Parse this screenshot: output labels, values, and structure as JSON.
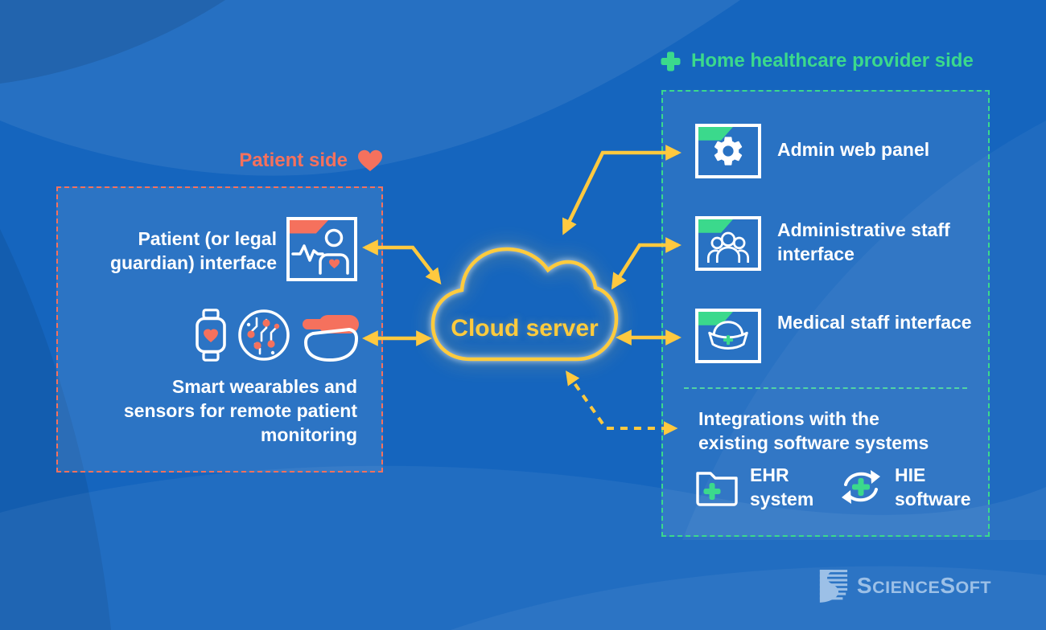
{
  "palette": {
    "background_blue": "#1565BE",
    "accent_coral": "#F5715D",
    "accent_green": "#3BD98C",
    "accent_yellow": "#FFC93F",
    "text_white": "#FFFFFF",
    "logo_blue": "#9CC0E7"
  },
  "patient_side": {
    "title": "Patient side",
    "title_icon": "heart-icon",
    "items": [
      {
        "label": "Patient (or legal guardian) interface",
        "icon": "patient-monitor-icon"
      },
      {
        "label": "Smart wearables and sensors for remote patient monitoring",
        "icons": [
          "smartwatch-icon",
          "circuit-sensor-icon",
          "wearable-sensor-icon"
        ]
      }
    ]
  },
  "cloud": {
    "label": "Cloud server"
  },
  "provider_side": {
    "title": "Home healthcare provider side",
    "title_icon": "plus-icon",
    "items": [
      {
        "label": "Admin web panel",
        "icon": "gear-icon"
      },
      {
        "label": "Administrative staff interface",
        "icon": "staff-group-icon"
      },
      {
        "label": "Medical staff interface",
        "icon": "nurse-cap-icon"
      }
    ],
    "integrations": {
      "title": "Integrations with the existing software systems",
      "systems": [
        {
          "label": "EHR system",
          "icon": "folder-plus-icon"
        },
        {
          "label": "HIE software",
          "icon": "sync-plus-icon"
        }
      ]
    }
  },
  "branding": {
    "logo_text": "ScienceSoft",
    "logo_text_parts": [
      "S",
      "cience",
      "S",
      "oft"
    ]
  }
}
